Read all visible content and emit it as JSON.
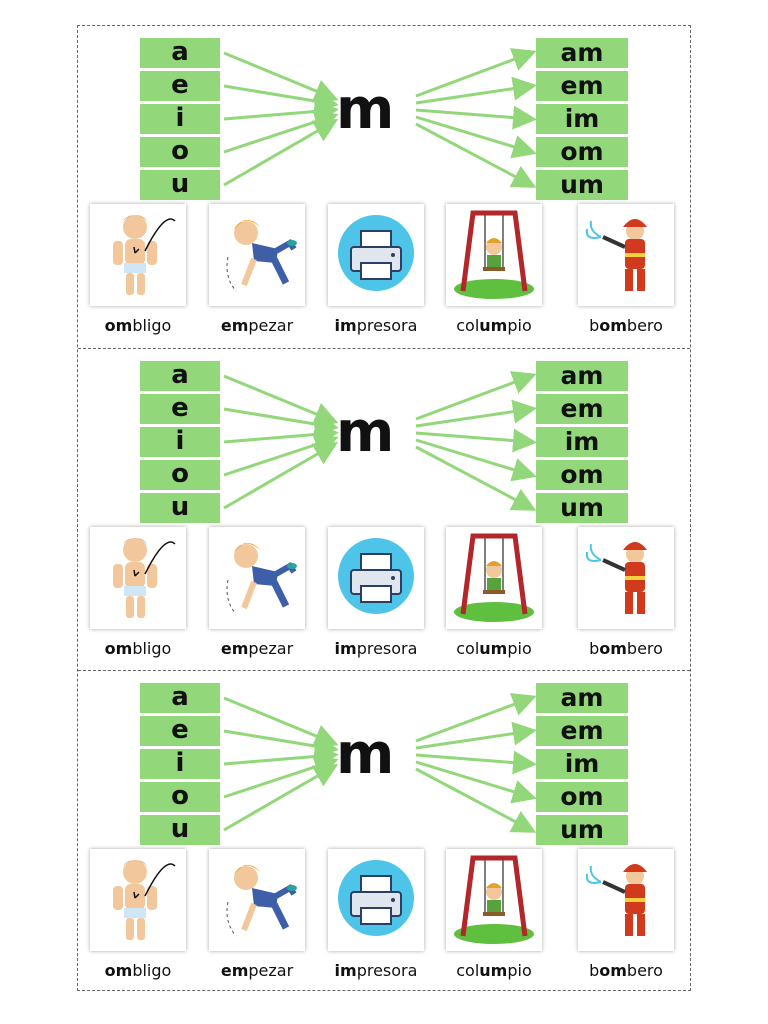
{
  "center_letter": "m",
  "vowels": [
    "a",
    "e",
    "i",
    "o",
    "u"
  ],
  "syllables": [
    "am",
    "em",
    "im",
    "om",
    "um"
  ],
  "words": [
    {
      "pre": "",
      "hl": "om",
      "post": "bligo",
      "icon": "child-navel-icon"
    },
    {
      "pre": "",
      "hl": "em",
      "post": "pezar",
      "icon": "boy-starting-icon"
    },
    {
      "pre": "",
      "hl": "im",
      "post": "presora",
      "icon": "printer-icon"
    },
    {
      "pre": "col",
      "hl": "um",
      "post": "pio",
      "icon": "swing-icon"
    },
    {
      "pre": "b",
      "hl": "om",
      "post": "bero",
      "icon": "firefighter-icon"
    }
  ],
  "colors": {
    "box": "#92d77a",
    "arrow": "#92d77a",
    "text": "#111111"
  }
}
